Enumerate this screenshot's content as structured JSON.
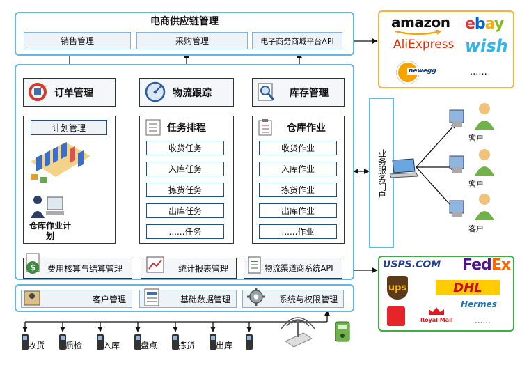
{
  "top": {
    "title": "电商供应链管理",
    "modules": [
      "销售管理",
      "采购管理",
      "电子商务商城平台API"
    ]
  },
  "platforms": {
    "logos": [
      "amazon",
      "ebay",
      "AliExpress",
      "wish",
      "newegg",
      "......"
    ],
    "colors": {
      "amazon": "#111111",
      "ebay_e": "#e53238",
      "ebay_b": "#0064d2",
      "ebay_a": "#f5af02",
      "ebay_y": "#86b817",
      "ali": "#e62e04",
      "wish": "#2fb7ec",
      "newegg": "#f7a400"
    }
  },
  "middle": {
    "order": "订单管理",
    "logistics": "物流跟踪",
    "inventory": "库存管理",
    "plan": "计划管理",
    "warehouse_plan": "仓库作业计划",
    "tasks_title": "任务排程",
    "tasks": [
      "收货任务",
      "入库任务",
      "拣货任务",
      "出库任务",
      "......任务"
    ],
    "ops_title": "仓库作业",
    "ops": [
      "收货作业",
      "入库作业",
      "拣货作业",
      "出库作业",
      "......作业"
    ],
    "fee": "费用核算与结算管理",
    "report": "统计报表管理",
    "logistics_api": "物流渠道商系统API"
  },
  "bottom": {
    "modules": [
      "客户管理",
      "基础数据管理",
      "系统与权限管理"
    ]
  },
  "portal": {
    "label": "业务服务门户",
    "customers": [
      "客户",
      "客户",
      "客户"
    ]
  },
  "carriers": {
    "logos": [
      "USPS.COM",
      "FedEx",
      "ups",
      "DHL",
      "Hermes",
      "Royal Mail",
      "......"
    ],
    "colors": {
      "usps": "#1f3f8f",
      "fed": "#4d148c",
      "ex": "#ff6600",
      "ups": "#5a3a1a",
      "ups_gold": "#f6b40e",
      "dhl": "#d40511",
      "dhl_bg": "#ffcc00",
      "hermes": "#1e6fb8",
      "royal": "#e1171e",
      "auspost": "#e5252a"
    }
  },
  "devices": [
    "收货",
    "质检",
    "入库",
    "盘点",
    "拣货",
    "出库"
  ]
}
